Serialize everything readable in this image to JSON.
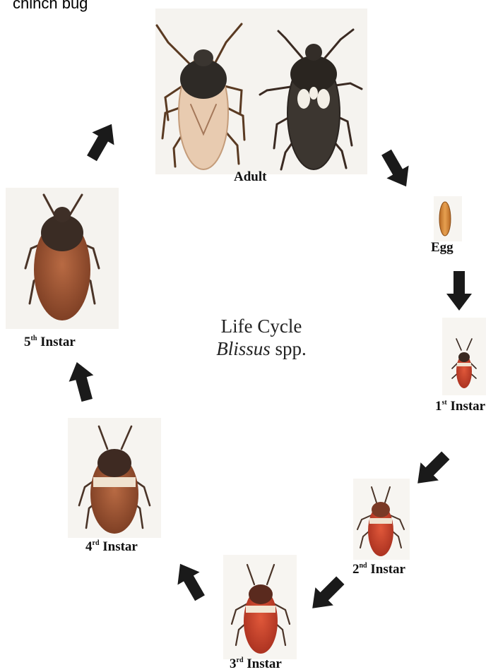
{
  "header": {
    "text": "chinch bug"
  },
  "center": {
    "line1": "Life Cycle",
    "genus": "Blissus",
    "suffix": "spp."
  },
  "stages": {
    "adult": {
      "label": "Adult"
    },
    "egg": {
      "label": "Egg"
    },
    "instar1": {
      "num": "1",
      "sup": "st",
      "word": "Instar"
    },
    "instar2": {
      "num": "2",
      "sup": "nd",
      "word": "Instar"
    },
    "instar3": {
      "num": "3",
      "sup": "rd",
      "word": "Instar"
    },
    "instar4": {
      "num": "4",
      "sup": "rd",
      "word": "Instar"
    },
    "instar5": {
      "num": "5",
      "sup": "th",
      "word": "Instar"
    }
  },
  "colors": {
    "arrow": "#1a1a1a",
    "adult_light_body": "#e9cdb4",
    "adult_dark_body": "#3a3530",
    "nymph_red": "#c2402a",
    "nymph_brown": "#8a4a2a",
    "egg": "#d28a3a"
  }
}
